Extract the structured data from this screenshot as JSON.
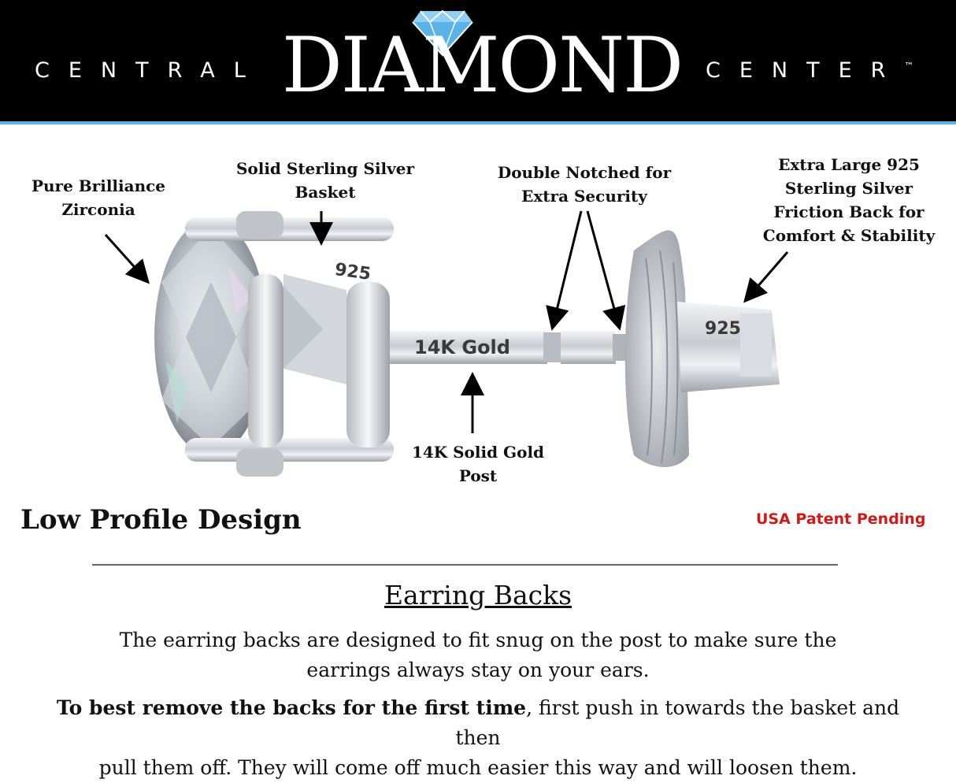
{
  "header": {
    "brand_left": "CENTRAL",
    "brand_main": "DIAMOND",
    "brand_right": "CENTER",
    "trademark": "™",
    "colors": {
      "background": "#000000",
      "accent": "#5ab3e6",
      "text": "#ffffff"
    }
  },
  "callouts": {
    "zirconia": [
      "Pure Brilliance",
      "Zirconia"
    ],
    "basket": [
      "Solid Sterling Silver",
      "Basket"
    ],
    "notches": [
      "Double Notched for",
      "Extra Security"
    ],
    "friction_back": [
      "Extra Large 925",
      "Sterling Silver",
      "Friction Back for",
      "Comfort & Stability"
    ],
    "post": [
      "14K Solid Gold",
      "Post"
    ]
  },
  "part_labels": {
    "basket_stamp": "925",
    "post_stamp": "14K Gold",
    "back_stamp": "925"
  },
  "subtitle": "Low Profile Design",
  "patent": "USA Patent Pending",
  "section": {
    "heading": "Earring Backs",
    "paragraph1_line1": "The earring backs are designed to fit snug on the post to make sure the",
    "paragraph1_line2": "earrings always stay on your ears.",
    "paragraph2_bold": "To best remove the backs for the first time",
    "paragraph2_rest": ", first push in towards the basket and then",
    "paragraph2_line2": "pull them off. They will come off much easier this way and will loosen them."
  }
}
